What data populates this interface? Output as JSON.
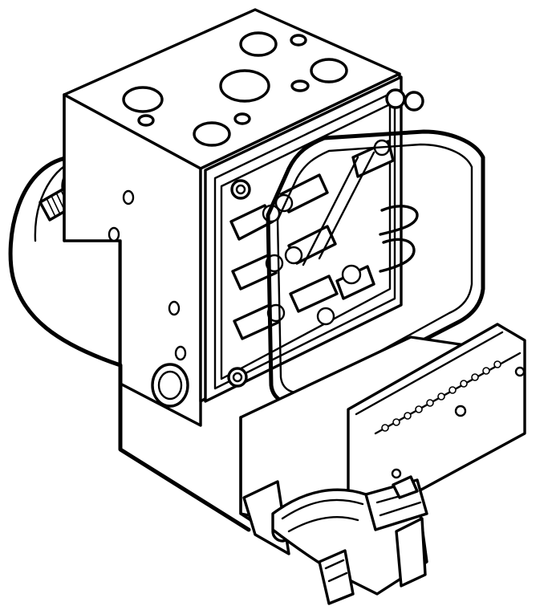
{
  "figure": {
    "subject": "abs-hydraulic-modulator-unit",
    "colors": {
      "line": "#000000",
      "background": "#ffffff"
    },
    "parts": [
      "pump-motor",
      "hydraulic-block",
      "brake-line-ports",
      "mounting-stud",
      "valve-block",
      "solenoid-valves",
      "valve-cover",
      "control-module",
      "wiring-connector"
    ]
  }
}
